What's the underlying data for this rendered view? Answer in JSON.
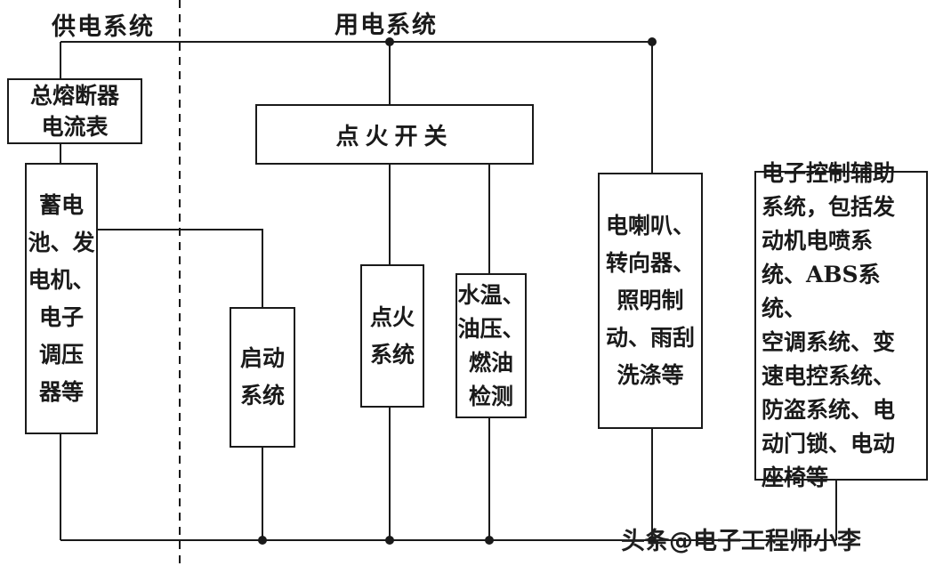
{
  "header": {
    "left_label": "供电系统",
    "right_label": "用电系统"
  },
  "nodes": {
    "fuse": {
      "text": "总熔断器\n电流表"
    },
    "battery": {
      "text": "蓄电\n池、发\n电机、\n电子\n调压\n器等"
    },
    "ignition_switch": {
      "text": "点火开关"
    },
    "starter": {
      "text": "启动\n系统"
    },
    "ignition_system": {
      "text": "点火\n系统"
    },
    "sensors": {
      "text": "水温、\n油压、\n燃油\n检测"
    },
    "horn_lighting": {
      "text": "电喇叭、\n转向器、\n照明制\n动、雨刮\n洗涤等"
    },
    "aux_electronics": {
      "text": "电子控制辅助\n系统，包括发\n动机电喷系\n统、ABS系统、\n空调系统、变\n速电控系统、\n防盗系统、电\n动门锁、电动\n座椅等"
    }
  },
  "watermark": "头条@电子工程师小李",
  "colors": {
    "line": "#1a1a1a",
    "background": "#ffffff",
    "text": "#1a1a1a"
  }
}
